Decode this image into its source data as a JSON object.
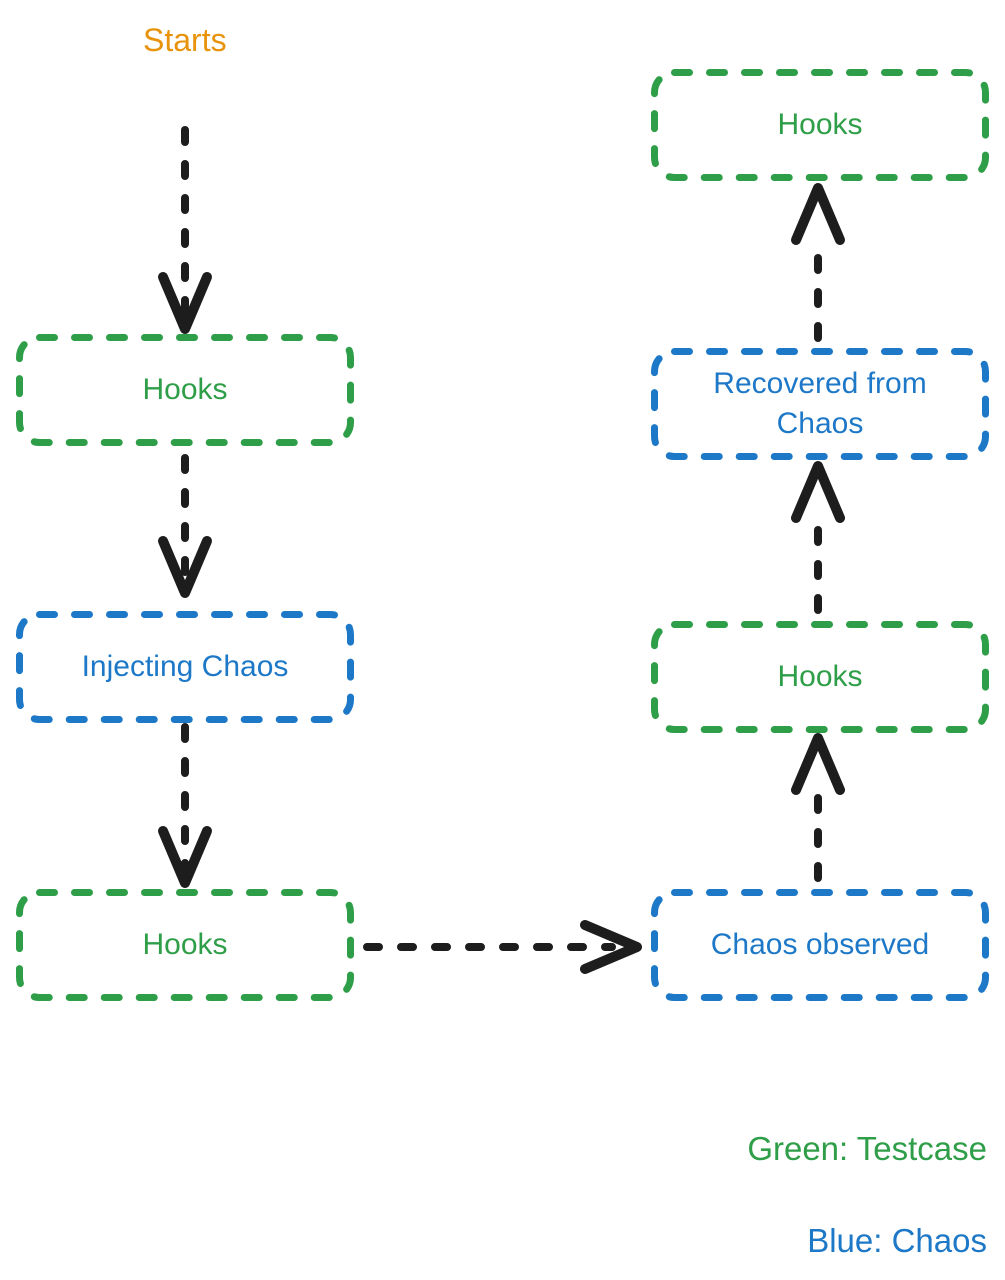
{
  "diagram": {
    "start_label": "Starts",
    "nodes": [
      {
        "id": "hooks-1",
        "label": "Hooks",
        "type": "testcase"
      },
      {
        "id": "injecting-chaos",
        "label": "Injecting Chaos",
        "type": "chaos"
      },
      {
        "id": "hooks-2",
        "label": "Hooks",
        "type": "testcase"
      },
      {
        "id": "chaos-observed",
        "label": "Chaos observed",
        "type": "chaos"
      },
      {
        "id": "hooks-3",
        "label": "Hooks",
        "type": "testcase"
      },
      {
        "id": "recovered-from-chaos",
        "label": "Recovered from Chaos",
        "type": "chaos"
      },
      {
        "id": "hooks-4",
        "label": "Hooks",
        "type": "testcase"
      }
    ],
    "edges": [
      {
        "from": "start",
        "to": "hooks-1"
      },
      {
        "from": "hooks-1",
        "to": "injecting-chaos"
      },
      {
        "from": "injecting-chaos",
        "to": "hooks-2"
      },
      {
        "from": "hooks-2",
        "to": "chaos-observed"
      },
      {
        "from": "chaos-observed",
        "to": "hooks-3"
      },
      {
        "from": "hooks-3",
        "to": "recovered-from-chaos"
      },
      {
        "from": "recovered-from-chaos",
        "to": "hooks-4"
      }
    ],
    "legend": [
      {
        "label": "Green: Testcase",
        "color": "#2f9e48"
      },
      {
        "label": "Blue: Chaos",
        "color": "#1d78c7"
      }
    ],
    "colors": {
      "testcase_green": "#2f9e48",
      "chaos_blue": "#1d78c7",
      "start_orange": "#e8930c",
      "arrow_black": "#1d1d1d"
    }
  }
}
